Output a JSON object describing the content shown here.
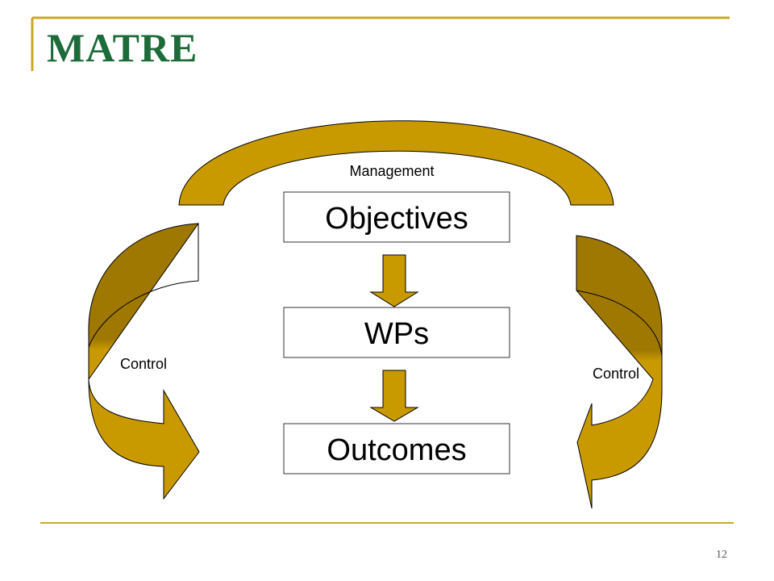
{
  "slide": {
    "title": "MATRE",
    "page_number": "12"
  },
  "diagram": {
    "nodes": [
      {
        "id": "objectives",
        "label": "Objectives"
      },
      {
        "id": "wps",
        "label": "WPs"
      },
      {
        "id": "outcomes",
        "label": "Outcomes"
      }
    ],
    "loops": {
      "top": "Management",
      "left": "Control",
      "right": "Control"
    }
  },
  "colors": {
    "title": "#1e6b3a",
    "rule": "#c8a828",
    "arrow_fill": "#c99a00",
    "arrow_dark": "#9e7800",
    "box_border": "#333333"
  }
}
